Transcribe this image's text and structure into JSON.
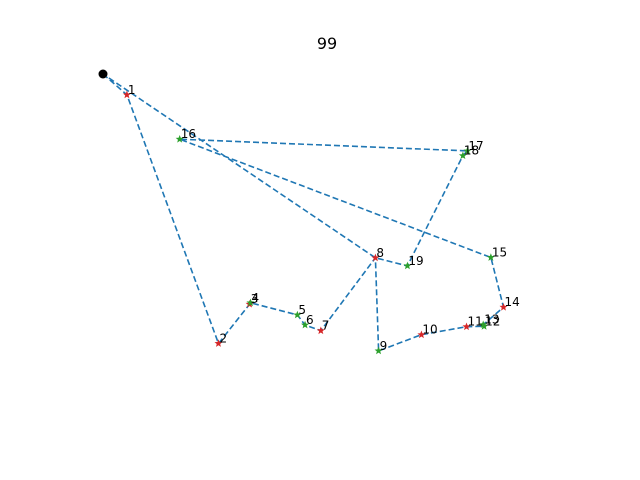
{
  "chart_data": {
    "type": "scatter",
    "title": "99",
    "xlabel": "",
    "ylabel": "",
    "xlim": [
      0,
      100
    ],
    "ylim": [
      0,
      100
    ],
    "axes_visible": false,
    "grid": false,
    "colors": {
      "line": "#1f77b4",
      "start": "#000000",
      "red": "#d62728",
      "green": "#2ca02c"
    },
    "start": {
      "x": 0.0,
      "y": 100.0
    },
    "points": [
      {
        "label": "1",
        "x": 5.3,
        "y": 93.8,
        "color": "red"
      },
      {
        "label": "2",
        "x": 25.6,
        "y": 19.8,
        "color": "red"
      },
      {
        "label": "3",
        "x": 32.5,
        "y": 31.5,
        "color": "red"
      },
      {
        "label": "4",
        "x": 32.7,
        "y": 31.9,
        "color": "green"
      },
      {
        "label": "5",
        "x": 43.1,
        "y": 28.3,
        "color": "green"
      },
      {
        "label": "6",
        "x": 44.8,
        "y": 25.3,
        "color": "green"
      },
      {
        "label": "7",
        "x": 48.3,
        "y": 23.6,
        "color": "red"
      },
      {
        "label": "8",
        "x": 60.4,
        "y": 45.3,
        "color": "red"
      },
      {
        "label": "9",
        "x": 61.1,
        "y": 17.6,
        "color": "green"
      },
      {
        "label": "10",
        "x": 70.6,
        "y": 22.4,
        "color": "red"
      },
      {
        "label": "11",
        "x": 80.6,
        "y": 24.8,
        "color": "red"
      },
      {
        "label": "12",
        "x": 84.5,
        "y": 24.9,
        "color": "green"
      },
      {
        "label": "13",
        "x": 84.3,
        "y": 25.4,
        "color": "green"
      },
      {
        "label": "14",
        "x": 88.8,
        "y": 30.6,
        "color": "red"
      },
      {
        "label": "15",
        "x": 86.0,
        "y": 45.4,
        "color": "green"
      },
      {
        "label": "16",
        "x": 17.0,
        "y": 80.6,
        "color": "green"
      },
      {
        "label": "17",
        "x": 80.8,
        "y": 77.1,
        "color": "green"
      },
      {
        "label": "18",
        "x": 79.8,
        "y": 75.7,
        "color": "green"
      },
      {
        "label": "19",
        "x": 67.5,
        "y": 42.9,
        "color": "green"
      }
    ],
    "path_order": [
      "start",
      "1",
      "2",
      "3",
      "4",
      "5",
      "6",
      "7",
      "8",
      "9",
      "10",
      "11",
      "12",
      "13",
      "14",
      "15",
      "16",
      "17",
      "18",
      "19",
      "8",
      "start"
    ]
  }
}
